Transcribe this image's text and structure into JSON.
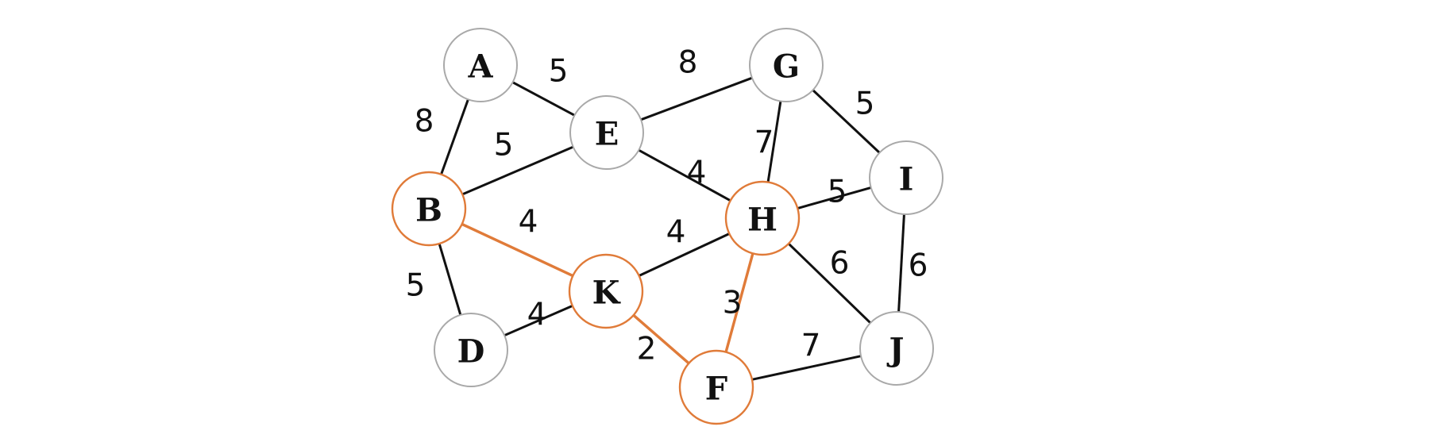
{
  "graph": {
    "colors": {
      "default_edge": "#111111",
      "highlight": "#e07b39",
      "default_node_stroke": "#a9a9a9",
      "node_fill": "#ffffff",
      "text": "#111111"
    },
    "nodes": [
      {
        "id": "A",
        "label": "A",
        "highlighted": false
      },
      {
        "id": "E",
        "label": "E",
        "highlighted": false
      },
      {
        "id": "G",
        "label": "G",
        "highlighted": false
      },
      {
        "id": "I",
        "label": "I",
        "highlighted": false
      },
      {
        "id": "B",
        "label": "B",
        "highlighted": true
      },
      {
        "id": "H",
        "label": "H",
        "highlighted": true
      },
      {
        "id": "K",
        "label": "K",
        "highlighted": true
      },
      {
        "id": "D",
        "label": "D",
        "highlighted": false
      },
      {
        "id": "F",
        "label": "F",
        "highlighted": true
      },
      {
        "id": "J",
        "label": "J",
        "highlighted": false
      }
    ],
    "edges": [
      {
        "from": "A",
        "to": "E",
        "weight": "5",
        "highlighted": false
      },
      {
        "from": "A",
        "to": "B",
        "weight": "8",
        "highlighted": false
      },
      {
        "from": "E",
        "to": "G",
        "weight": "8",
        "highlighted": false
      },
      {
        "from": "E",
        "to": "B",
        "weight": "5",
        "highlighted": false
      },
      {
        "from": "E",
        "to": "H",
        "weight": "4",
        "highlighted": false
      },
      {
        "from": "G",
        "to": "H",
        "weight": "7",
        "highlighted": false
      },
      {
        "from": "G",
        "to": "I",
        "weight": "5",
        "highlighted": false
      },
      {
        "from": "H",
        "to": "I",
        "weight": "5",
        "highlighted": false
      },
      {
        "from": "I",
        "to": "J",
        "weight": "6",
        "highlighted": false
      },
      {
        "from": "H",
        "to": "J",
        "weight": "6",
        "highlighted": false
      },
      {
        "from": "B",
        "to": "K",
        "weight": "4",
        "highlighted": true
      },
      {
        "from": "K",
        "to": "H",
        "weight": "4",
        "highlighted": false
      },
      {
        "from": "B",
        "to": "D",
        "weight": "5",
        "highlighted": false
      },
      {
        "from": "D",
        "to": "K",
        "weight": "4",
        "highlighted": false
      },
      {
        "from": "K",
        "to": "F",
        "weight": "2",
        "highlighted": true
      },
      {
        "from": "F",
        "to": "H",
        "weight": "3",
        "highlighted": true
      },
      {
        "from": "F",
        "to": "J",
        "weight": "7",
        "highlighted": false
      }
    ]
  }
}
